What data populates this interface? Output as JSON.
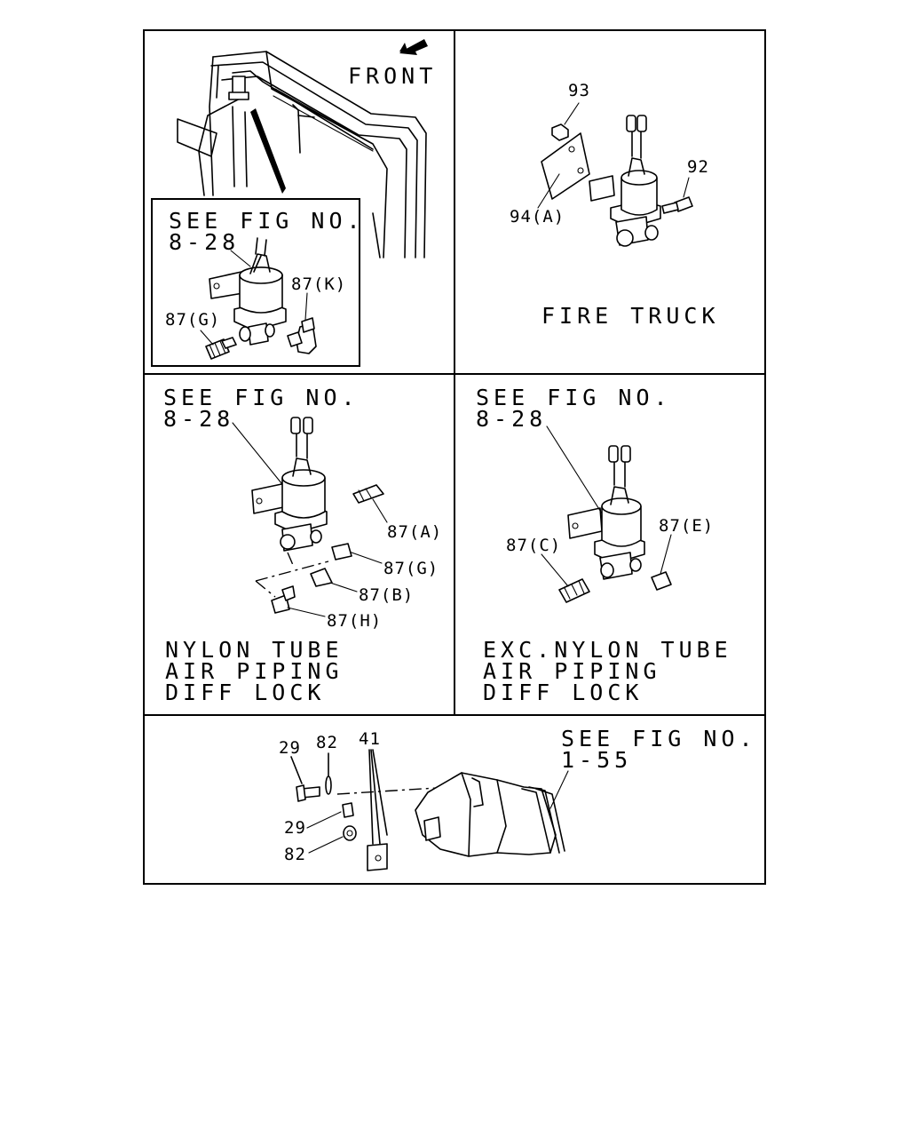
{
  "panels": {
    "top_left": {
      "front_label": "FRONT",
      "see_fig_line1": "SEE FIG NO.",
      "see_fig_line2": "8-28",
      "callouts": {
        "k": "87(K)",
        "g": "87(G)"
      }
    },
    "top_right": {
      "callouts": {
        "c93": "93",
        "c92": "92",
        "c94a": "94(A)"
      },
      "caption": "FIRE TRUCK"
    },
    "mid_left": {
      "see_fig_line1": "SEE FIG NO.",
      "see_fig_line2": "8-28",
      "callouts": {
        "a": "87(A)",
        "g": "87(G)",
        "b": "87(B)",
        "h": "87(H)"
      },
      "caption_lines": [
        "NYLON TUBE",
        "AIR PIPING",
        "DIFF LOCK"
      ]
    },
    "mid_right": {
      "see_fig_line1": "SEE FIG NO.",
      "see_fig_line2": "8-28",
      "callouts": {
        "c": "87(C)",
        "e": "87(E)"
      },
      "caption_lines": [
        "EXC.NYLON TUBE",
        "AIR PIPING",
        "DIFF LOCK"
      ]
    },
    "bottom": {
      "callouts": {
        "c29a": "29",
        "c82a": "82",
        "c41": "41",
        "c29b": "29",
        "c82b": "82"
      },
      "see_fig_line1": "SEE FIG NO.",
      "see_fig_line2": "1-55"
    }
  },
  "icons": {
    "front_arrow": "front-arrow-icon"
  }
}
